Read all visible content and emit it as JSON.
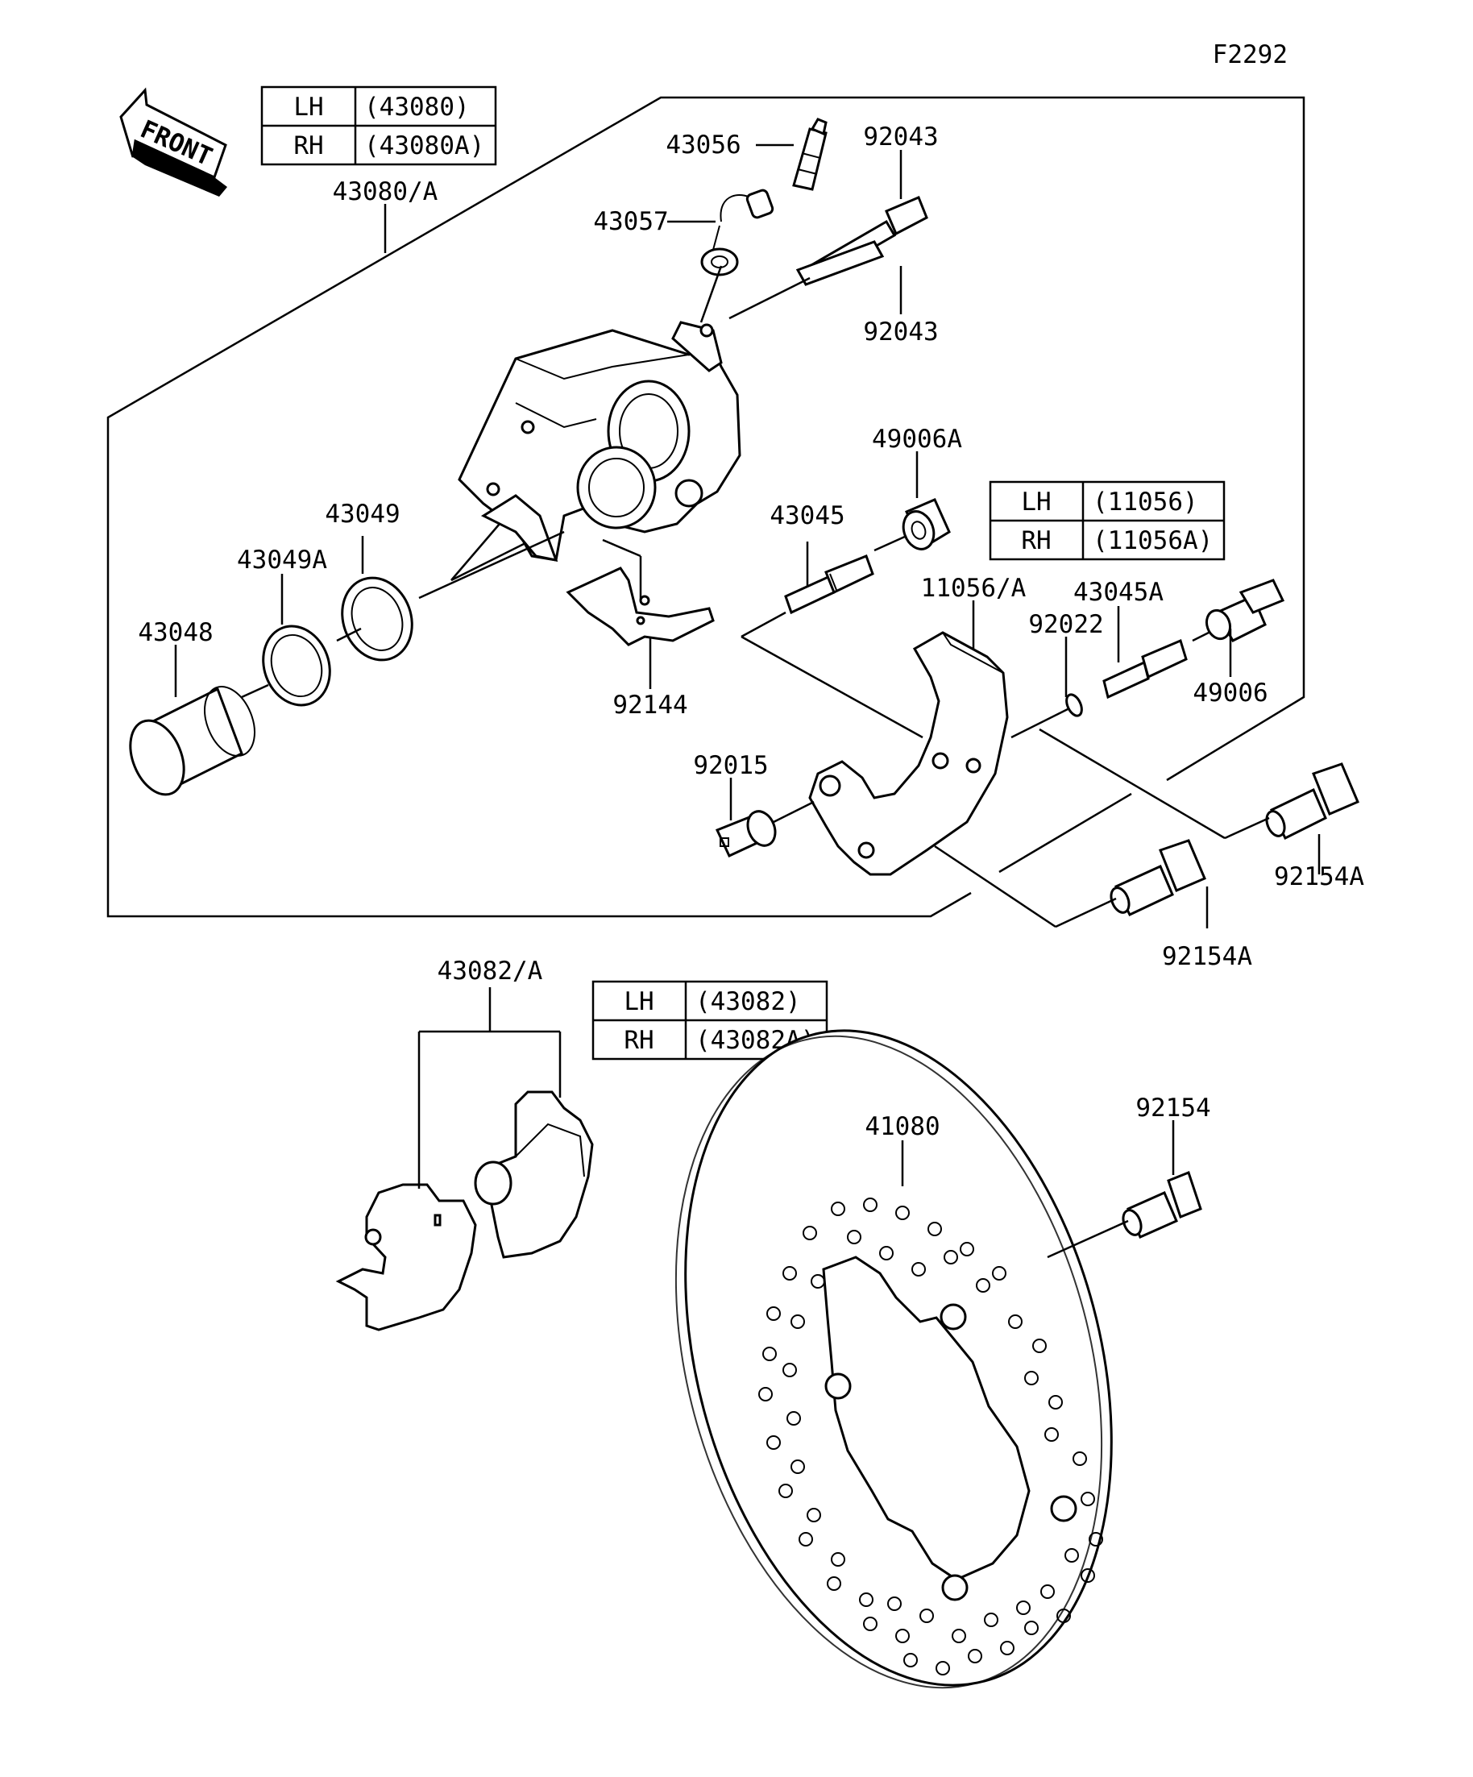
{
  "figure_code": "F2292",
  "front_arrow_label": "FRONT",
  "tables": {
    "caliper": {
      "rows": [
        {
          "side": "LH",
          "part": "(43080)"
        },
        {
          "side": "RH",
          "part": "(43080A)"
        }
      ]
    },
    "bracket": {
      "rows": [
        {
          "side": "LH",
          "part": "(11056)"
        },
        {
          "side": "RH",
          "part": "(11056A)"
        }
      ]
    },
    "pads": {
      "rows": [
        {
          "side": "LH",
          "part": "(43082)"
        },
        {
          "side": "RH",
          "part": "(43082A)"
        }
      ]
    }
  },
  "labels": {
    "caliper_assy": "43080/A",
    "bleeder_valve": "43056",
    "bleeder_cap": "43057",
    "pin_upper": "92043",
    "pin_lower": "92043",
    "seal_large": "43049",
    "seal_small": "43049A",
    "piston": "43048",
    "pad_spring": "92144",
    "slide_pin": "43045",
    "boot": "49006A",
    "bracket": "11056/A",
    "circlip": "92022",
    "slide_pin_b": "43045A",
    "boot_b": "49006",
    "bolt_bracket": "92015",
    "bolt_mount_a": "92154A",
    "bolt_mount_b": "92154A",
    "pads": "43082/A",
    "disc": "41080",
    "disc_bolt": "92154"
  }
}
